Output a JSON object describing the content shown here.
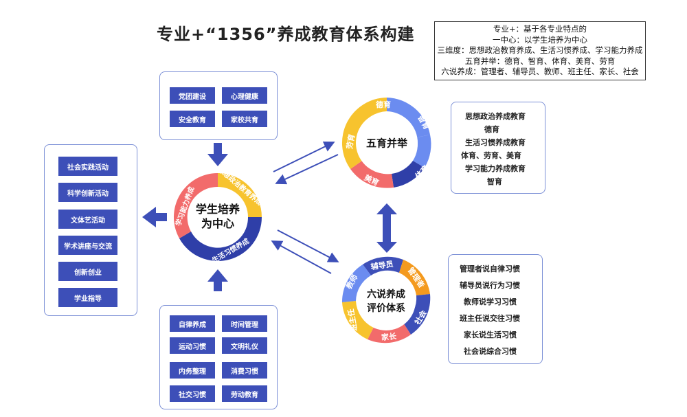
{
  "title": "专业+“1356”养成教育体系构建",
  "legend": [
    "专业+：基于各专业特点的",
    "一中心：以学生培养为中心",
    "三维度：思想政治教育养成、生活习惯养成、学习能力养成",
    "五育并举：德育、智育、体育、美育、劳育",
    "六说养成：管理者、辅导员、教师、班主任、家长、社会"
  ],
  "top_panel": [
    "党团建设",
    "心理健康",
    "安全教育",
    "家校共育"
  ],
  "left_panel": [
    "社会实践活动",
    "科学创新活动",
    "文体艺活动",
    "学术讲座与交流",
    "创新创业",
    "学业指导"
  ],
  "bottom_panel": [
    "自律养成",
    "时间管理",
    "运动习惯",
    "文明礼仪",
    "内务整理",
    "消费习惯",
    "社交习惯",
    "劳动教育"
  ],
  "center_ring": {
    "title_line1": "学生培养",
    "title_line2": "为中心",
    "segments": [
      "思想政治教育养成",
      "生活习惯养成",
      "学习能力养成"
    ]
  },
  "five_ring": {
    "title": "五育并举",
    "segments": [
      "德育",
      "智育",
      "体育",
      "美育",
      "劳育"
    ]
  },
  "six_ring": {
    "title_line1": "六说养成",
    "title_line2": "评价体系",
    "segments": [
      "辅导员",
      "管理者",
      "社会",
      "家长",
      "班主任",
      "教师"
    ]
  },
  "right_top_panel": [
    "思想政治养成教育",
    "德育",
    "生活习惯养成教育",
    "体育、劳育、美育",
    "学习能力养成教育",
    "智育"
  ],
  "right_bottom_panel": [
    "管理者说自律习惯",
    "辅导员说行为习惯",
    "教师说学习习惯",
    "班主任说交往习惯",
    "家长说生活习惯",
    "社会说综合习惯"
  ],
  "colors": {
    "dark_blue": "#2f3fa8",
    "mid_blue": "#3d4fb8",
    "light_blue": "#6b8cf0",
    "yellow": "#f7c32e",
    "red": "#f26b6b",
    "orange": "#f49a1e",
    "panel_border": "#7b8fd6"
  }
}
